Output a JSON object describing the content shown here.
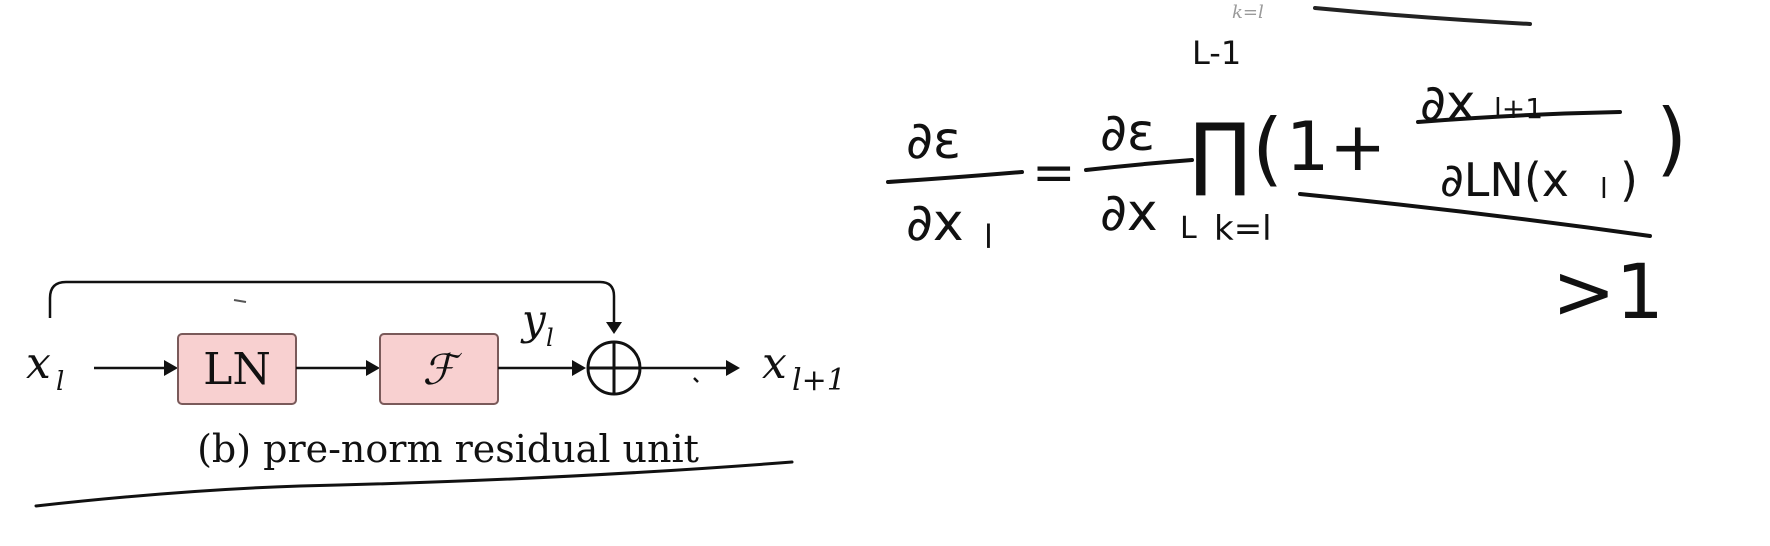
{
  "diagram": {
    "input_label": "x",
    "input_sub": "l",
    "ln_label": "LN",
    "f_label": "ℱ",
    "y_label": "y",
    "y_sub": "l",
    "output_label": "x",
    "output_sub": "l+1",
    "caption": "(b) pre-norm residual unit",
    "top_fragment_text": "k=l",
    "colors": {
      "box_fill": "#f8d0d0",
      "box_stroke": "#7a5a5a",
      "ink": "#111111",
      "faded": "#9a9a9a"
    }
  },
  "handwriting": {
    "lhs_num": "∂ε",
    "lhs_den": "∂x",
    "lhs_den_sub": "l",
    "equals": "=",
    "rhs_num": "∂ε",
    "rhs_den": "∂x",
    "rhs_den_sub": "L",
    "prod_symbol": "∏",
    "prod_upper": "L-1",
    "prod_lower": "k=l",
    "open_paren": "(",
    "one_plus": "1+",
    "frac_num": "∂x",
    "frac_num_sub": "l+1",
    "frac_den": "∂LN(x",
    "frac_den_sub": "l",
    "frac_den_close": ")",
    "close_paren": ")",
    "gt_one": ">1"
  }
}
